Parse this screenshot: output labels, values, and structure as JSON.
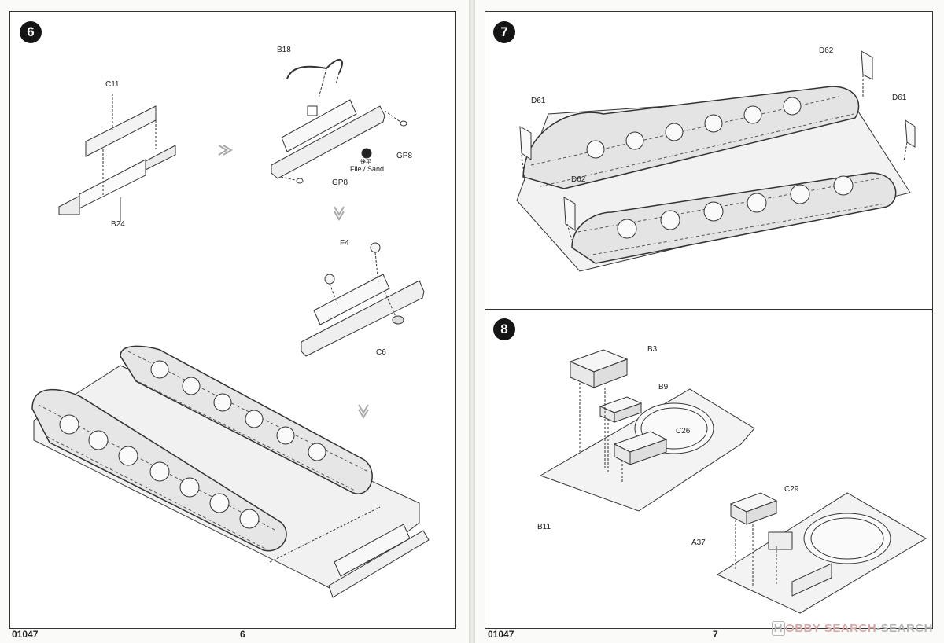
{
  "left_page": {
    "step6": {
      "number": "6",
      "labels": {
        "c11": "C11",
        "b24": "B24",
        "b18": "B18",
        "gp8_right": "GP8",
        "gp8_bottom": "GP8",
        "file_sand_cn": "锉平",
        "file_sand": "File / Sand",
        "f4": "F4",
        "c6": "C6"
      }
    },
    "footer": {
      "code": "01047",
      "page_number": "6"
    }
  },
  "right_page": {
    "step7": {
      "number": "7",
      "labels": {
        "d62_top": "D62",
        "d61_left": "D61",
        "d61_right": "D61",
        "d62_mid": "D62"
      }
    },
    "step8": {
      "number": "8",
      "labels": {
        "b3": "B3",
        "b9": "B9",
        "c26": "C26",
        "b11": "B11",
        "c29": "C29",
        "a37": "A37"
      }
    },
    "footer": {
      "code": "01047",
      "page_number": "7"
    }
  },
  "watermark": {
    "prefix": "H",
    "brand": "OBBY SEARCH",
    "separator": "-"
  }
}
